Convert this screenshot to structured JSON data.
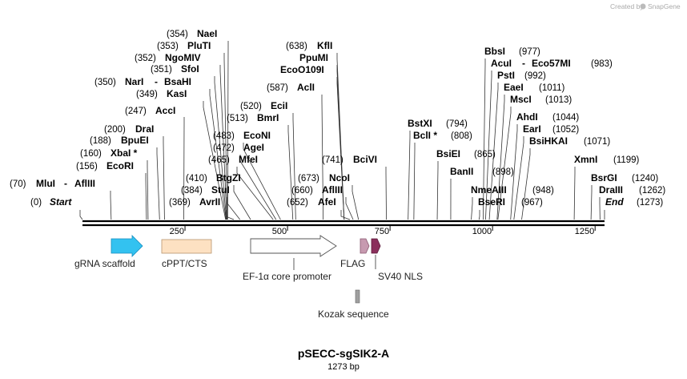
{
  "credit": {
    "prefix": "Created by",
    "brand": "SnapGene"
  },
  "map": {
    "name": "pSECC-sgSIK2-A",
    "length_label": "1273 bp",
    "length": 1273
  },
  "ruler": {
    "ticks": [
      {
        "value": 250,
        "label": "250"
      },
      {
        "value": 500,
        "label": "500"
      },
      {
        "value": 750,
        "label": "750"
      },
      {
        "value": 1000,
        "label": "1000"
      },
      {
        "value": 1250,
        "label": "1250"
      }
    ]
  },
  "sites": [
    {
      "id": "s-start",
      "pos": "(0)",
      "names": [
        "Start"
      ],
      "italic": true,
      "bp": 0
    },
    {
      "id": "s-mlui",
      "pos": "(70)",
      "names": [
        "MluI",
        "AflIII"
      ],
      "bp": 70
    },
    {
      "id": "s-ecori",
      "pos": "(156)",
      "names": [
        "EcoRI"
      ],
      "bp": 156
    },
    {
      "id": "s-xbai",
      "pos": "(160)",
      "names": [
        "XbaI *"
      ],
      "bp": 160
    },
    {
      "id": "s-bpuei",
      "pos": "(188)",
      "names": [
        "BpuEI"
      ],
      "bp": 188
    },
    {
      "id": "s-drai",
      "pos": "(200)",
      "names": [
        "DraI"
      ],
      "bp": 200
    },
    {
      "id": "s-acci",
      "pos": "(247)",
      "names": [
        "AccI"
      ],
      "bp": 247
    },
    {
      "id": "s-kasi",
      "pos": "(349)",
      "names": [
        "KasI"
      ],
      "bp": 349
    },
    {
      "id": "s-nari",
      "pos": "(350)",
      "names": [
        "NarI",
        "BsaHI"
      ],
      "bp": 350
    },
    {
      "id": "s-sfoi",
      "pos": "(351)",
      "names": [
        "SfoI"
      ],
      "bp": 351
    },
    {
      "id": "s-ngomiv",
      "pos": "(352)",
      "names": [
        "NgoMIV"
      ],
      "bp": 352
    },
    {
      "id": "s-pluti",
      "pos": "(353)",
      "names": [
        "PluTI"
      ],
      "bp": 353
    },
    {
      "id": "s-naei",
      "pos": "(354)",
      "names": [
        "NaeI"
      ],
      "bp": 354
    },
    {
      "id": "s-avrii",
      "pos": "(369)",
      "names": [
        "AvrII"
      ],
      "bp": 369
    },
    {
      "id": "s-stui",
      "pos": "(384)",
      "names": [
        "StuI"
      ],
      "bp": 384
    },
    {
      "id": "s-btgzi",
      "pos": "(410)",
      "names": [
        "BtgZI"
      ],
      "bp": 410
    },
    {
      "id": "s-mfei",
      "pos": "(465)",
      "names": [
        "MfeI"
      ],
      "bp": 465
    },
    {
      "id": "s-agei",
      "pos": "(472)",
      "names": [
        "AgeI"
      ],
      "bp": 472
    },
    {
      "id": "s-econi",
      "pos": "(483)",
      "names": [
        "EcoNI"
      ],
      "bp": 483
    },
    {
      "id": "s-bmri",
      "pos": "(513)",
      "names": [
        "BmrI"
      ],
      "bp": 513
    },
    {
      "id": "s-ecii",
      "pos": "(520)",
      "names": [
        "EciI"
      ],
      "bp": 520
    },
    {
      "id": "s-acii",
      "pos": "(587)",
      "names": [
        "AclI"
      ],
      "bp": 587
    },
    {
      "id": "s-eco0109i",
      "pos": "",
      "names": [
        "EcoO109I"
      ],
      "bp": 638
    },
    {
      "id": "s-ppumi",
      "pos": "",
      "names": [
        "PpuMI"
      ],
      "bp": 638
    },
    {
      "id": "s-kfli",
      "pos": "(638)",
      "names": [
        "KflI"
      ],
      "bp": 638
    },
    {
      "id": "s-afei",
      "pos": "(652)",
      "names": [
        "AfeI"
      ],
      "bp": 652
    },
    {
      "id": "s-afliii2",
      "pos": "(660)",
      "names": [
        "AflIII"
      ],
      "bp": 660
    },
    {
      "id": "s-ncoi",
      "pos": "(673)",
      "names": [
        "NcoI"
      ],
      "bp": 673
    },
    {
      "id": "s-bcivi",
      "pos": "(741)",
      "names": [
        "BciVI"
      ],
      "bp": 741
    },
    {
      "id": "s-bstxi",
      "pos": "(794)",
      "names": [
        "BstXI"
      ],
      "bp": 794
    },
    {
      "id": "s-bcli",
      "pos": "(808)",
      "names": [
        "BclI *"
      ],
      "bp": 808
    },
    {
      "id": "s-bsiei",
      "pos": "(865)",
      "names": [
        "BsiEI"
      ],
      "bp": 865
    },
    {
      "id": "s-banii",
      "pos": "(898)",
      "names": [
        "BanII"
      ],
      "bp": 898
    },
    {
      "id": "s-nmeaiii",
      "pos": "(948)",
      "names": [
        "NmeAIII"
      ],
      "bp": 948
    },
    {
      "id": "s-bseri",
      "pos": "(967)",
      "names": [
        "BseRI"
      ],
      "bp": 967
    },
    {
      "id": "s-bbsi",
      "pos": "(977)",
      "names": [
        "BbsI"
      ],
      "bp": 977
    },
    {
      "id": "s-acui",
      "pos": "(983)",
      "names": [
        "AcuI",
        "Eco57MI"
      ],
      "bp": 983
    },
    {
      "id": "s-psti",
      "pos": "(992)",
      "names": [
        "PstI"
      ],
      "bp": 992
    },
    {
      "id": "s-eaei",
      "pos": "(1011)",
      "names": [
        "EaeI"
      ],
      "bp": 1011
    },
    {
      "id": "s-msci",
      "pos": "(1013)",
      "names": [
        "MscI"
      ],
      "bp": 1013
    },
    {
      "id": "s-ahdi",
      "pos": "(1044)",
      "names": [
        "AhdI"
      ],
      "bp": 1044
    },
    {
      "id": "s-eari",
      "pos": "(1052)",
      "names": [
        "EarI"
      ],
      "bp": 1052
    },
    {
      "id": "s-bsihkai",
      "pos": "(1071)",
      "names": [
        "BsiHKAI"
      ],
      "bp": 1071
    },
    {
      "id": "s-xmni",
      "pos": "(1199)",
      "names": [
        "XmnI"
      ],
      "bp": 1199
    },
    {
      "id": "s-bsrgi",
      "pos": "(1240)",
      "names": [
        "BsrGI"
      ],
      "bp": 1240
    },
    {
      "id": "s-draiii",
      "pos": "(1262)",
      "names": [
        "DraIII"
      ],
      "bp": 1262
    },
    {
      "id": "s-end",
      "pos": "(1273)",
      "names": [
        "End"
      ],
      "italic": true,
      "bp": 1273
    }
  ],
  "features": [
    {
      "id": "f-grna",
      "label": "gRNA scaffold",
      "color": "#33c2f0",
      "shape": "arrow-right"
    },
    {
      "id": "f-cppt",
      "label": "cPPT/CTS",
      "color": "#fde1c2",
      "shape": "box"
    },
    {
      "id": "f-ef1a",
      "label": "EF-1α core promoter",
      "color": "#ffffff",
      "shape": "arrow-right"
    },
    {
      "id": "f-flag",
      "label": "FLAG",
      "color": "#c79ab0",
      "shape": "arrow-right"
    },
    {
      "id": "f-sv40",
      "label": "SV40 NLS",
      "color": "#8b2f5c",
      "shape": "arrow-right"
    },
    {
      "id": "f-kozak",
      "label": "Kozak sequence",
      "color": "#a0a0a0",
      "shape": "box"
    }
  ]
}
